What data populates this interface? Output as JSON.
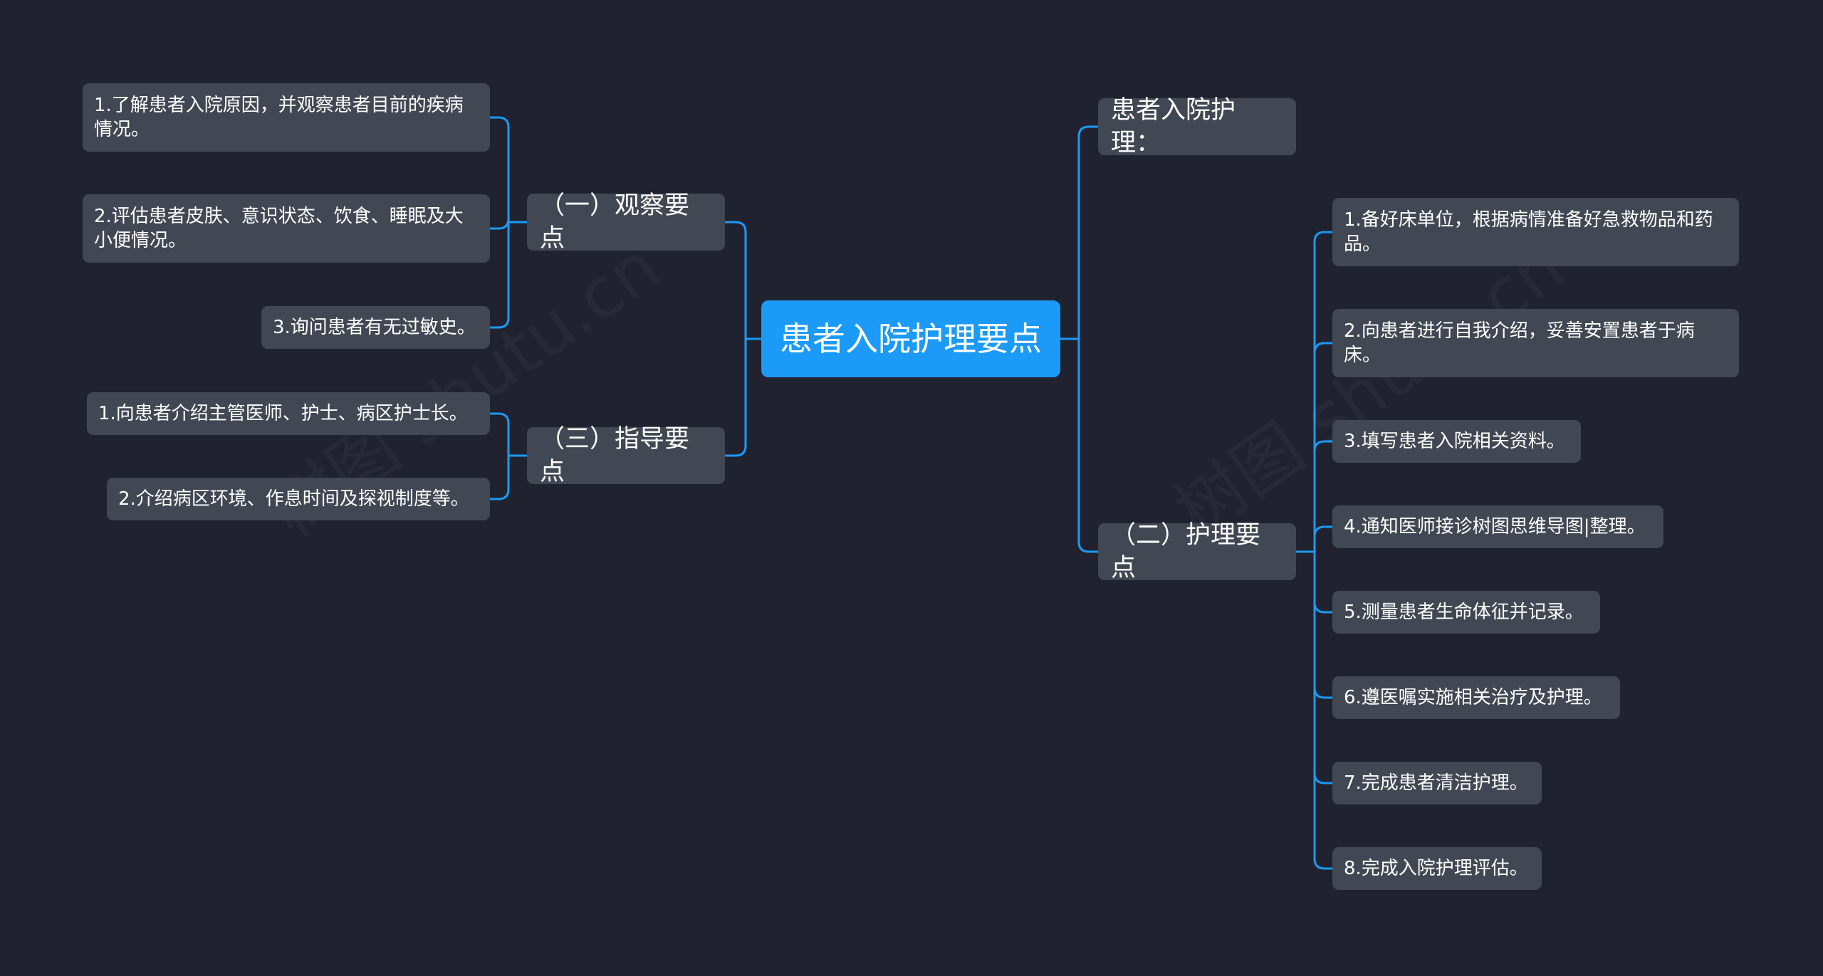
{
  "root": {
    "label": "患者入院护理要点"
  },
  "left": [
    {
      "label": "（一）观察要点",
      "items": [
        "1.了解患者入院原因，并观察患者目前的疾病情况。",
        "2.评估患者皮肤、意识状态、饮食、睡眠及大小便情况。",
        "3.询问患者有无过敏史。"
      ]
    },
    {
      "label": "（三）指导要点",
      "items": [
        "1.向患者介绍主管医师、护士、病区护士长。",
        "2.介绍病区环境、作息时间及探视制度等。"
      ]
    }
  ],
  "right": [
    {
      "label": "患者入院护理：",
      "items": []
    },
    {
      "label": "（二）护理要点",
      "items": [
        "1.备好床单位，根据病情准备好急救物品和药品。",
        "2.向患者进行自我介绍，妥善安置患者于病床。",
        "3.填写患者入院相关资料。",
        "4.通知医师接诊树图思维导图|整理。",
        "5.测量患者生命体征并记录。",
        "6.遵医嘱实施相关治疗及护理。",
        "7.完成患者清洁护理。",
        "8.完成入院护理评估。"
      ]
    }
  ],
  "watermark": "树图 shutu.cn",
  "colors": {
    "background": "#20232f",
    "node": "#424754",
    "root": "#1b9af7",
    "edge": "#1b9af7",
    "text": "#ffffff"
  }
}
